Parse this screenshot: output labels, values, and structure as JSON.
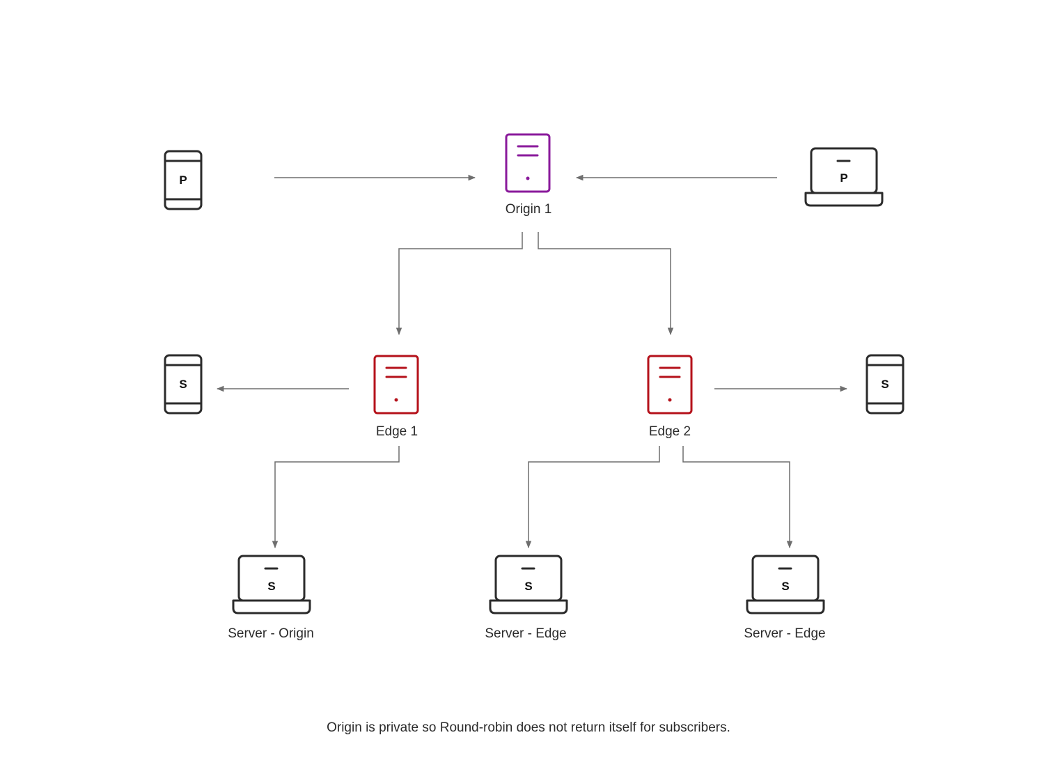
{
  "colors": {
    "origin": "#8a1a9b",
    "edge": "#b5121b",
    "client": "#2b2b2b",
    "connector": "#6e6e6e"
  },
  "nodes": {
    "origin": {
      "label": "Origin 1",
      "icon": "server-icon"
    },
    "edge1": {
      "label": "Edge 1",
      "icon": "server-icon"
    },
    "edge2": {
      "label": "Edge 2",
      "icon": "server-icon"
    },
    "publisher_mobile": {
      "badge": "P",
      "icon": "mobile-phone-icon"
    },
    "publisher_laptop": {
      "badge": "P",
      "icon": "laptop-icon"
    },
    "subscriber_mobile_left": {
      "badge": "S",
      "icon": "mobile-phone-icon"
    },
    "subscriber_mobile_right": {
      "badge": "S",
      "icon": "mobile-phone-icon"
    },
    "subscriber_laptop_1": {
      "badge": "S",
      "label": "Server - Origin",
      "icon": "laptop-icon"
    },
    "subscriber_laptop_2": {
      "badge": "S",
      "label": "Server - Edge",
      "icon": "laptop-icon"
    },
    "subscriber_laptop_3": {
      "badge": "S",
      "label": "Server - Edge",
      "icon": "laptop-icon"
    }
  },
  "caption": "Origin is private so Round-robin does not return itself for subscribers."
}
